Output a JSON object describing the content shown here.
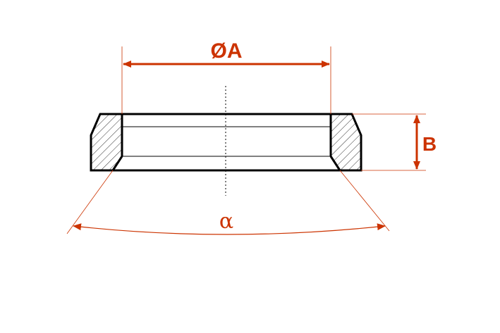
{
  "diagram": {
    "labels": {
      "diameter": "ØA",
      "height": "B",
      "angle": "α"
    },
    "colors": {
      "dimension": "#cc3300",
      "outline": "#000000",
      "hatch": "#333333",
      "background": "#ffffff"
    }
  }
}
